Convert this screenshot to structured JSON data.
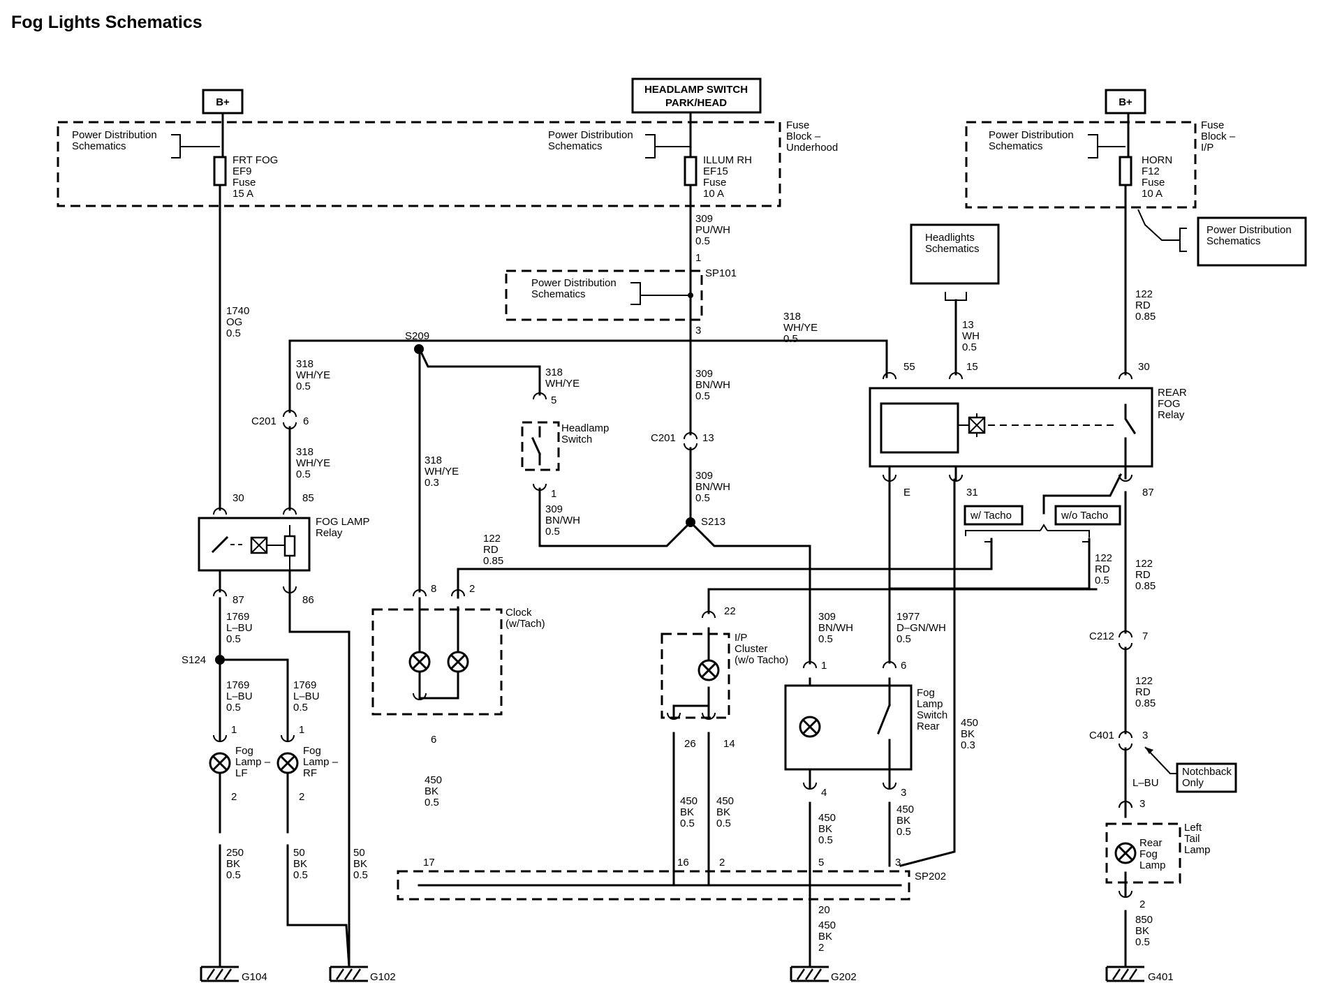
{
  "title": "Fog Lights Schematics",
  "colors": {
    "line": "#000000",
    "background": "#ffffff"
  },
  "sources": {
    "bplus_left": "B+",
    "headlamp_switch_line1": "HEADLAMP SWITCH",
    "headlamp_switch_line2": "PARK/HEAD",
    "bplus_right": "B+"
  },
  "fuse_blocks": {
    "underhood": [
      "Fuse",
      "Block –",
      "Underhood"
    ],
    "ip": [
      "Fuse",
      "Block –",
      "I/P"
    ]
  },
  "power_dist": [
    "Power Distribution",
    "Schematics"
  ],
  "headlights_schematics": [
    "Headlights",
    "Schematics"
  ],
  "fuses": {
    "frt_fog": [
      "FRT FOG",
      "EF9",
      "Fuse",
      "15 A"
    ],
    "illum_rh": [
      "ILLUM RH",
      "EF15",
      "Fuse",
      "10 A"
    ],
    "horn": [
      "HORN",
      "F12",
      "Fuse",
      "10 A"
    ]
  },
  "wires": {
    "w1740": [
      "1740",
      "OG",
      "0.5"
    ],
    "w309a": [
      "309",
      "PU/WH",
      "0.5"
    ],
    "w318_top": [
      "318",
      "WH/YE",
      "0.5"
    ],
    "w318_left1": [
      "318",
      "WH/YE",
      "0.5"
    ],
    "w318_left2": [
      "318",
      "WH/YE",
      "0.5"
    ],
    "w318_mid": [
      "318",
      "WH/YE"
    ],
    "w318_clock": [
      "318",
      "WH/YE",
      "0.3"
    ],
    "w309_bnwh1": [
      "309",
      "BN/WH",
      "0.5"
    ],
    "w309_bnwh2": [
      "309",
      "BN/WH",
      "0.5"
    ],
    "w309_bnwh3": [
      "309",
      "BN/WH",
      "0.5"
    ],
    "w309_bnwh4": [
      "309",
      "BN/WH",
      "0.5"
    ],
    "w13": [
      "13",
      "WH",
      "0.5"
    ],
    "w122_top": [
      "122",
      "RD",
      "0.85"
    ],
    "w122_rd85": [
      "122",
      "RD",
      "0.85"
    ],
    "w122_rd05": [
      "122",
      "RD",
      "0.5"
    ],
    "w122_right1": [
      "122",
      "RD",
      "0.85"
    ],
    "w122_right2": [
      "122",
      "RD",
      "0.85"
    ],
    "w1769a": [
      "1769",
      "L–BU",
      "0.5"
    ],
    "w1769b": [
      "1769",
      "L–BU",
      "0.5"
    ],
    "w1769c": [
      "1769",
      "L–BU",
      "0.5"
    ],
    "w1977": [
      "1977",
      "D–GN/WH",
      "0.5"
    ],
    "w450_clock": [
      "450",
      "BK",
      "0.5"
    ],
    "w450_26": [
      "450",
      "BK",
      "0.5"
    ],
    "w450_14": [
      "450",
      "BK",
      "0.5"
    ],
    "w450_4": [
      "450",
      "BK",
      "0.5"
    ],
    "w450_3": [
      "450",
      "BK",
      "0.5"
    ],
    "w450_03": [
      "450",
      "BK",
      "0.3"
    ],
    "w450_2": [
      "450",
      "BK",
      "2"
    ],
    "w250": [
      "250",
      "BK",
      "0.5"
    ],
    "w50a": [
      "50",
      "BK",
      "0.5"
    ],
    "w50b": [
      "50",
      "BK",
      "0.5"
    ],
    "w850": [
      "850",
      "BK",
      "0.5"
    ],
    "w_lbu": "L–BU"
  },
  "splices": {
    "s209": "S209",
    "sp101": "SP101",
    "s213": "S213",
    "s124": "S124",
    "sp202": "SP202"
  },
  "connectors": {
    "c201": "C201",
    "c212": "C212",
    "c401": "C401"
  },
  "pins": {
    "p1_sp101": "1",
    "p3": "3",
    "p6_c201": "6",
    "p13_c201": "13",
    "p5_hs": "5",
    "p1_hs": "1",
    "p30_fog": "30",
    "p85": "85",
    "p87_fog": "87",
    "p86": "86",
    "p8": "8",
    "p2_clock": "2",
    "p6_clock": "6",
    "p22": "22",
    "p26": "26",
    "p14": "14",
    "p55": "55",
    "p15": "15",
    "p30_rear": "30",
    "pE": "E",
    "p31": "31",
    "p87_rear": "87",
    "p1_fsr": "1",
    "p6_fsr": "6",
    "p4_fsr": "4",
    "p3_fsr": "3",
    "p7_c212": "7",
    "p3_c401": "3",
    "p3_tail": "3",
    "p2_tail": "2",
    "p1_lf": "1",
    "p2_lf": "2",
    "p1_rf": "1",
    "p2_rf": "2",
    "sp17": "17",
    "sp16": "16",
    "sp2": "2",
    "sp5": "5",
    "sp3": "3",
    "sp20": "20"
  },
  "components": {
    "headlamp_switch": [
      "Headlamp",
      "Switch"
    ],
    "fog_lamp_relay": [
      "FOG LAMP",
      "Relay"
    ],
    "rear_fog_relay": [
      "REAR",
      "FOG",
      "Relay"
    ],
    "clock": [
      "Clock",
      "(w/Tach)"
    ],
    "ip_cluster": [
      "I/P",
      "Cluster",
      "(w/o Tacho)"
    ],
    "fog_switch_rear": [
      "Fog",
      "Lamp",
      "Switch",
      "Rear"
    ],
    "fog_lamp_lf": [
      "Fog",
      "Lamp –",
      "LF"
    ],
    "fog_lamp_rf": [
      "Fog",
      "Lamp –",
      "RF"
    ],
    "rear_fog_lamp": [
      "Rear",
      "Fog",
      "Lamp"
    ],
    "left_tail_lamp": [
      "Left",
      "Tail",
      "Lamp"
    ],
    "w_tacho": "w/ Tacho",
    "wo_tacho": "w/o Tacho",
    "notchback": [
      "Notchback",
      "Only"
    ]
  },
  "grounds": {
    "g104": "G104",
    "g102": "G102",
    "g202": "G202",
    "g401": "G401"
  }
}
